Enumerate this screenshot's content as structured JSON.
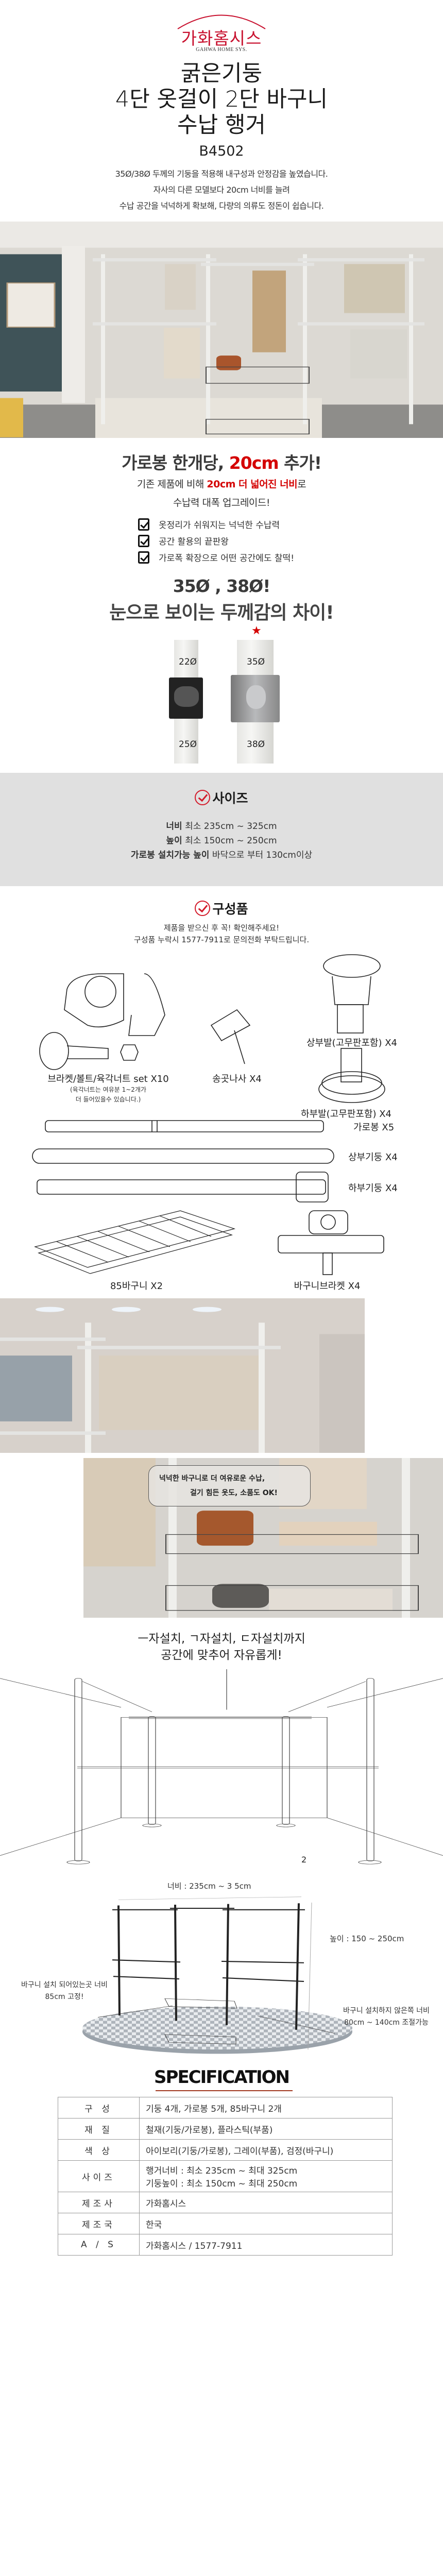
{
  "brand": {
    "name_ko": "가화홈시스",
    "name_en": "GAHWA HOME SYS."
  },
  "product": {
    "title_lines": [
      "굵은기둥",
      "4단 옷걸이 2단 바구니",
      "수납 행거"
    ],
    "model": "B4502"
  },
  "intro": [
    "35Ø/38Ø 두께의 기둥을 적용해 내구성과 안정감을 높였습니다.",
    "자사의 다른 모델보다 20cm 너비를 늘려",
    "수납 공간을 넉넉하게 확보해, 다량의 의류도 정돈이 쉽습니다."
  ],
  "width_section": {
    "headline_pre": "가로봉 한개당, ",
    "headline_accent": "20cm",
    "headline_post": " 추가!",
    "sub1_pre": "기존 제품에 비해 ",
    "sub1_accent": "20cm 더 넓어진 너비",
    "sub1_post": "로",
    "sub2": "수납력 대폭 업그레이드!",
    "checklist": [
      "옷정리가 쉬워지는 넉넉한 수납력",
      "공간 활용의 끝판왕",
      "가로폭 확장으로 어떤 공간에도 찰떡!"
    ]
  },
  "thickness_section": {
    "accent": "35Ø , 38Ø!",
    "headline": "눈으로 보이는 두께감의 차이!",
    "poles": [
      {
        "top": "22Ø",
        "bottom": "25Ø"
      },
      {
        "top": "35Ø",
        "bottom": "38Ø"
      }
    ],
    "star": "★"
  },
  "size_section": {
    "title": "사이즈",
    "rows": [
      {
        "label": "너비",
        "value": "최소 235cm ~ 325cm"
      },
      {
        "label": "높이",
        "value": "최소 150cm ~ 250cm"
      },
      {
        "label": "가로봉 설치가능 높이",
        "value": "바닥으로 부터 130cm이상"
      }
    ]
  },
  "components_section": {
    "title": "구성품",
    "notice": [
      "제품을 받으신 후 꼭! 확인해주세요!",
      "구성품 누락시 1577-7911로 문의전화 부탁드립니다."
    ],
    "parts": {
      "bracket": "브라켓/볼트/육각너트 set X10",
      "bracket_note": [
        "(육각너트는 여유분 1~2개가",
        "더 들어있을수 있습니다.)"
      ],
      "screw": "송곳나사 X4",
      "top_foot": "상부발(고무판포함) X4",
      "bottom_foot": "하부발(고무판포함) X4",
      "crossbar": "가로봉 X5",
      "upper_pole": "상부기둥 X4",
      "lower_pole": "하부기둥 X4",
      "basket": "85바구니 X2",
      "basket_bracket": "바구니브라켓 X4"
    }
  },
  "basket_photo": {
    "bubble": [
      "넉넉한 바구니로 더 여유로운 수납,",
      "걸기 힘든 옷도, 소품도 OK!"
    ]
  },
  "install_section": {
    "title": [
      "ㅡ자설치, ㄱ자설치, ㄷ자설치까지",
      "공간에 맞추어 자유롭게!"
    ],
    "figure_number": "2"
  },
  "dimension_diagram": {
    "width_label": "너비 : 235cm ~ 3  5cm",
    "height_label": "높이 : 150 ~ 250cm",
    "left_note": [
      "바구니 설치 되어있는곳 너비",
      "85cm 고정!"
    ],
    "right_note": [
      "바구니 설치하지 않은쪽 너비",
      "80cm ~ 140cm 조절가능"
    ]
  },
  "specification": {
    "title": "SPECIFICATION",
    "rows": [
      {
        "label": "구 성",
        "value": [
          "기둥 4개, 가로봉 5개, 85바구니 2개"
        ]
      },
      {
        "label": "재 질",
        "value": [
          "철재(기둥/가로봉), 플라스틱(부품)"
        ]
      },
      {
        "label": "색 상",
        "value": [
          "아이보리(기둥/가로봉), 그레이(부품), 검정(바구니)"
        ]
      },
      {
        "label": "사이즈",
        "value": [
          "행거너비 : 최소 235cm ~ 최대 325cm",
          "기둥높이 : 최소 150cm ~ 최대 250cm"
        ]
      },
      {
        "label": "제조사",
        "value": [
          "가화홈시스"
        ]
      },
      {
        "label": "제조국",
        "value": [
          "한국"
        ]
      },
      {
        "label": "A / S",
        "value": [
          "가화홈시스 / 1577-7911"
        ]
      }
    ]
  },
  "colors": {
    "accent": "#d40000",
    "logo": "#c8102e",
    "size_bg": "#e0e0e0"
  }
}
